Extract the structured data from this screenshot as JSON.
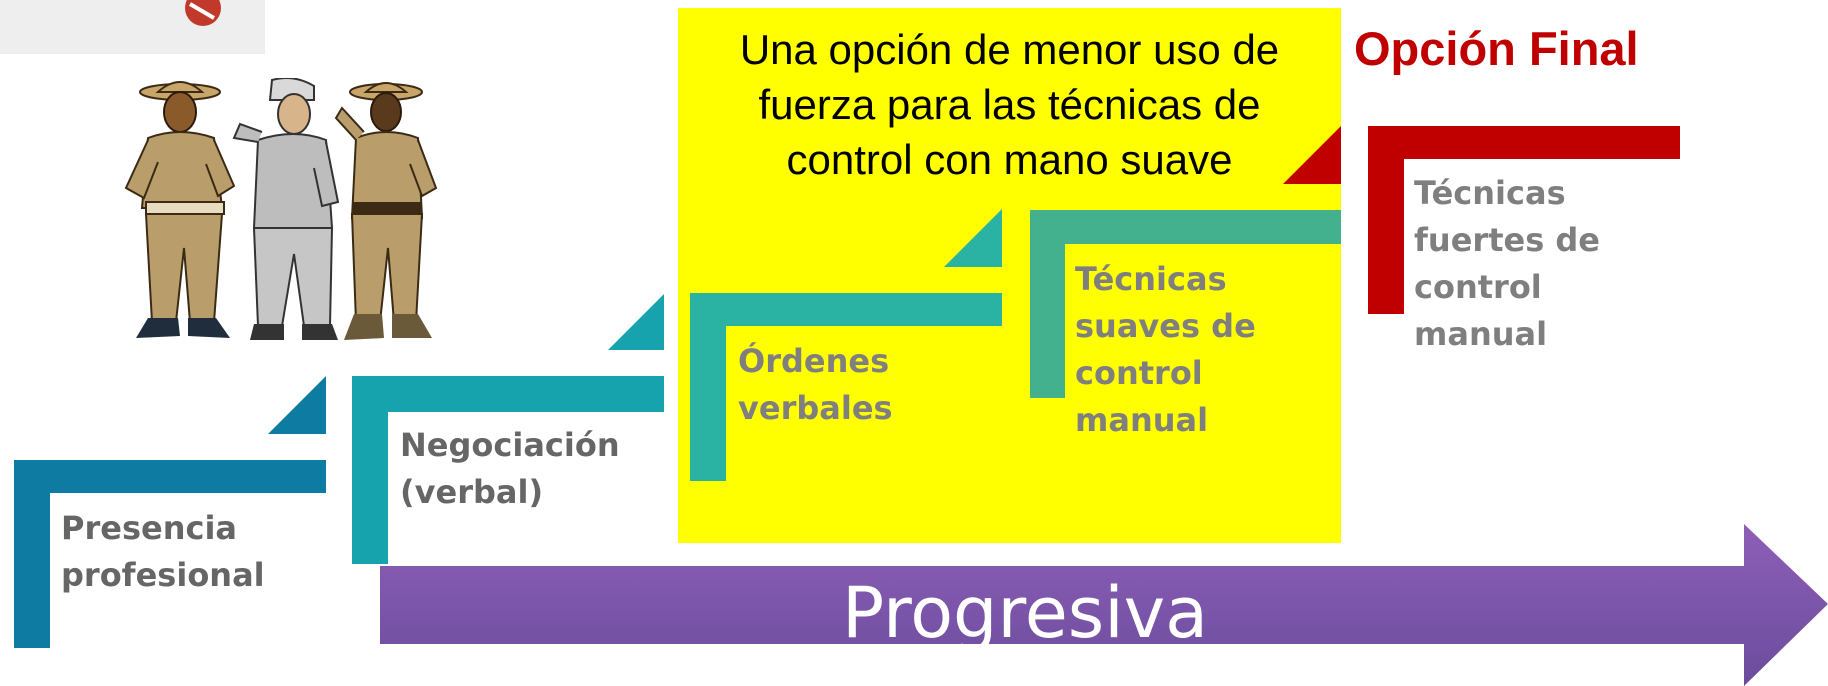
{
  "highlight": {
    "text": "Una opción de menor uso de\nfuerza para las técnicas de\ncontrol con mano suave",
    "color": "#ffff00"
  },
  "final_option": {
    "label": "Opción Final",
    "color": "#c00000"
  },
  "steps": [
    {
      "label": "Presencia\nprofesional",
      "color": "#0e7ba3",
      "text_color": "#666666"
    },
    {
      "label": "Negociación\n(verbal)",
      "color": "#17a3ad",
      "text_color": "#666666"
    },
    {
      "label": "Órdenes\nverbales",
      "color": "#2ab2a2",
      "text_color": "#7f7f7f"
    },
    {
      "label": "Técnicas\nsuaves de\ncontrol\nmanual",
      "color": "#43b08e",
      "text_color": "#7f7f7f"
    },
    {
      "label": "Técnicas\nfuertes de\ncontrol\nmanual",
      "color": "#c00000",
      "text_color": "#7f7f7f"
    }
  ],
  "progress_arrow": {
    "label": "Progresiva",
    "color_start": "#9b59b6",
    "color_end": "#6a4c9c"
  },
  "figures": {
    "icon": "security-officers-illustration"
  }
}
